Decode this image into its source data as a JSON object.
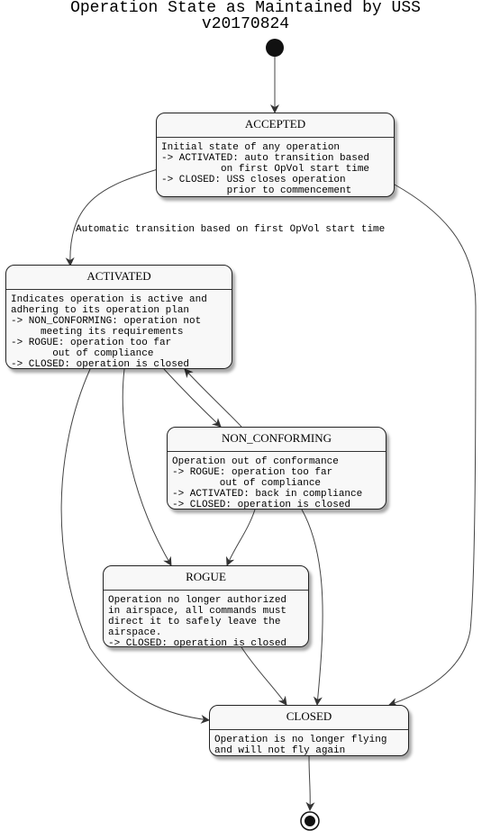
{
  "diagram": {
    "title_line1": "Operation State as Maintained by USS",
    "title_line2": "v20170824",
    "states": {
      "accepted": {
        "name": "ACCEPTED",
        "description": "Initial state of any operation\n-> ACTIVATED: auto transition based\n          on first OpVol start time\n-> CLOSED: USS closes operation\n           prior to commencement"
      },
      "activated": {
        "name": "ACTIVATED",
        "description": "Indicates operation is active and\nadhering to its operation plan\n-> NON_CONFORMING: operation not\n     meeting its requirements\n-> ROGUE: operation too far\n       out of compliance\n-> CLOSED: operation is closed"
      },
      "non_conforming": {
        "name": "NON_CONFORMING",
        "description": "Operation out of conformance\n-> ROGUE: operation too far\n        out of compliance\n-> ACTIVATED: back in compliance\n-> CLOSED: operation is closed"
      },
      "rogue": {
        "name": "ROGUE",
        "description": "Operation no longer authorized\nin airspace, all commands must\ndirect it to safely leave the\nairspace.\n-> CLOSED: operation is closed"
      },
      "closed": {
        "name": "CLOSED",
        "description": "Operation is no longer flying\nand will not fly again"
      }
    },
    "transition_label_accepted_activated": "Automatic transition based on first OpVol start time"
  }
}
